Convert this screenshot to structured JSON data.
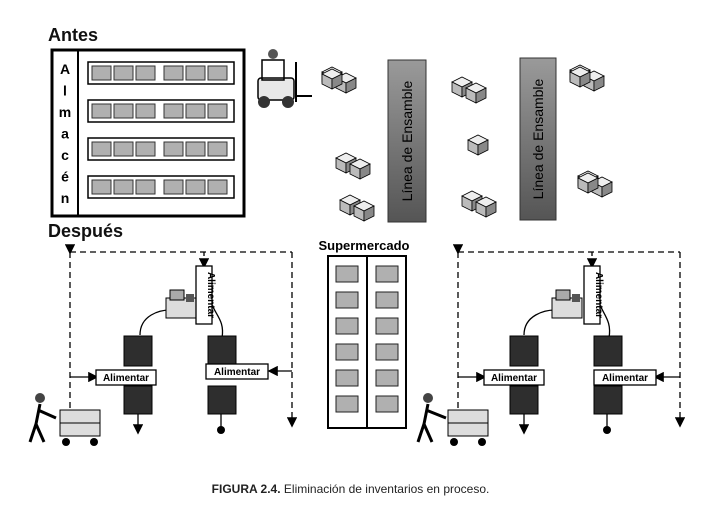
{
  "headings": {
    "before": "Antes",
    "after": "Después"
  },
  "warehouse_letters": [
    "A",
    "l",
    "m",
    "a",
    "c",
    "é",
    "n"
  ],
  "assembly_line_label": "Línea de Ensamble",
  "supermarket_label": "Supermercado",
  "feed_label": "Alimentar",
  "caption": {
    "figure": "FIGURA 2.4.",
    "text": " Eliminación de inventarios en proceso."
  },
  "colors": {
    "shelf": "#b0b0b0",
    "assembly_bar": "#7a7a7a",
    "process_box": "#2e2e2e",
    "line": "#000000"
  },
  "icons": [
    "forklift-icon",
    "boxes-stack-icon",
    "open-box-icon",
    "worker-cart-icon",
    "machine-icon",
    "kanban-signal-icon"
  ]
}
